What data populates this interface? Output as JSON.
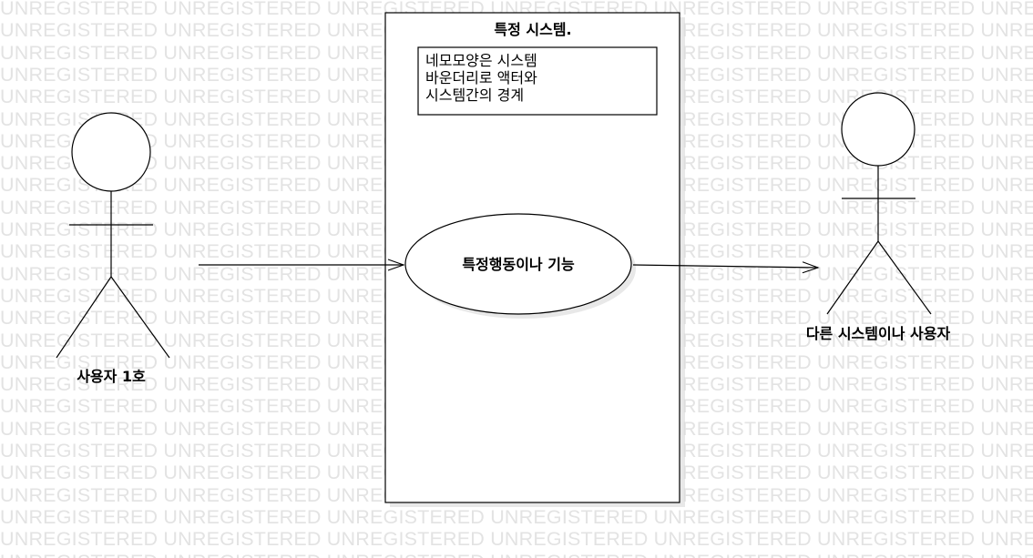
{
  "watermark": {
    "text": "UNREGISTERED"
  },
  "system": {
    "title": "특정 시스템."
  },
  "note": {
    "lines": [
      "네모모양은 시스템",
      "바운더리로 액터와",
      "시스템간의 경계"
    ]
  },
  "use_case": {
    "label": "특정행동이나 기능"
  },
  "actors": {
    "left": {
      "label": "사용자 1호"
    },
    "right": {
      "label": "다른 시스템이나 사용자"
    }
  },
  "colors": {
    "line": "#000000",
    "watermark": "#e3e3e3",
    "background": "#ffffff",
    "shadow": "#d9d9d9"
  }
}
